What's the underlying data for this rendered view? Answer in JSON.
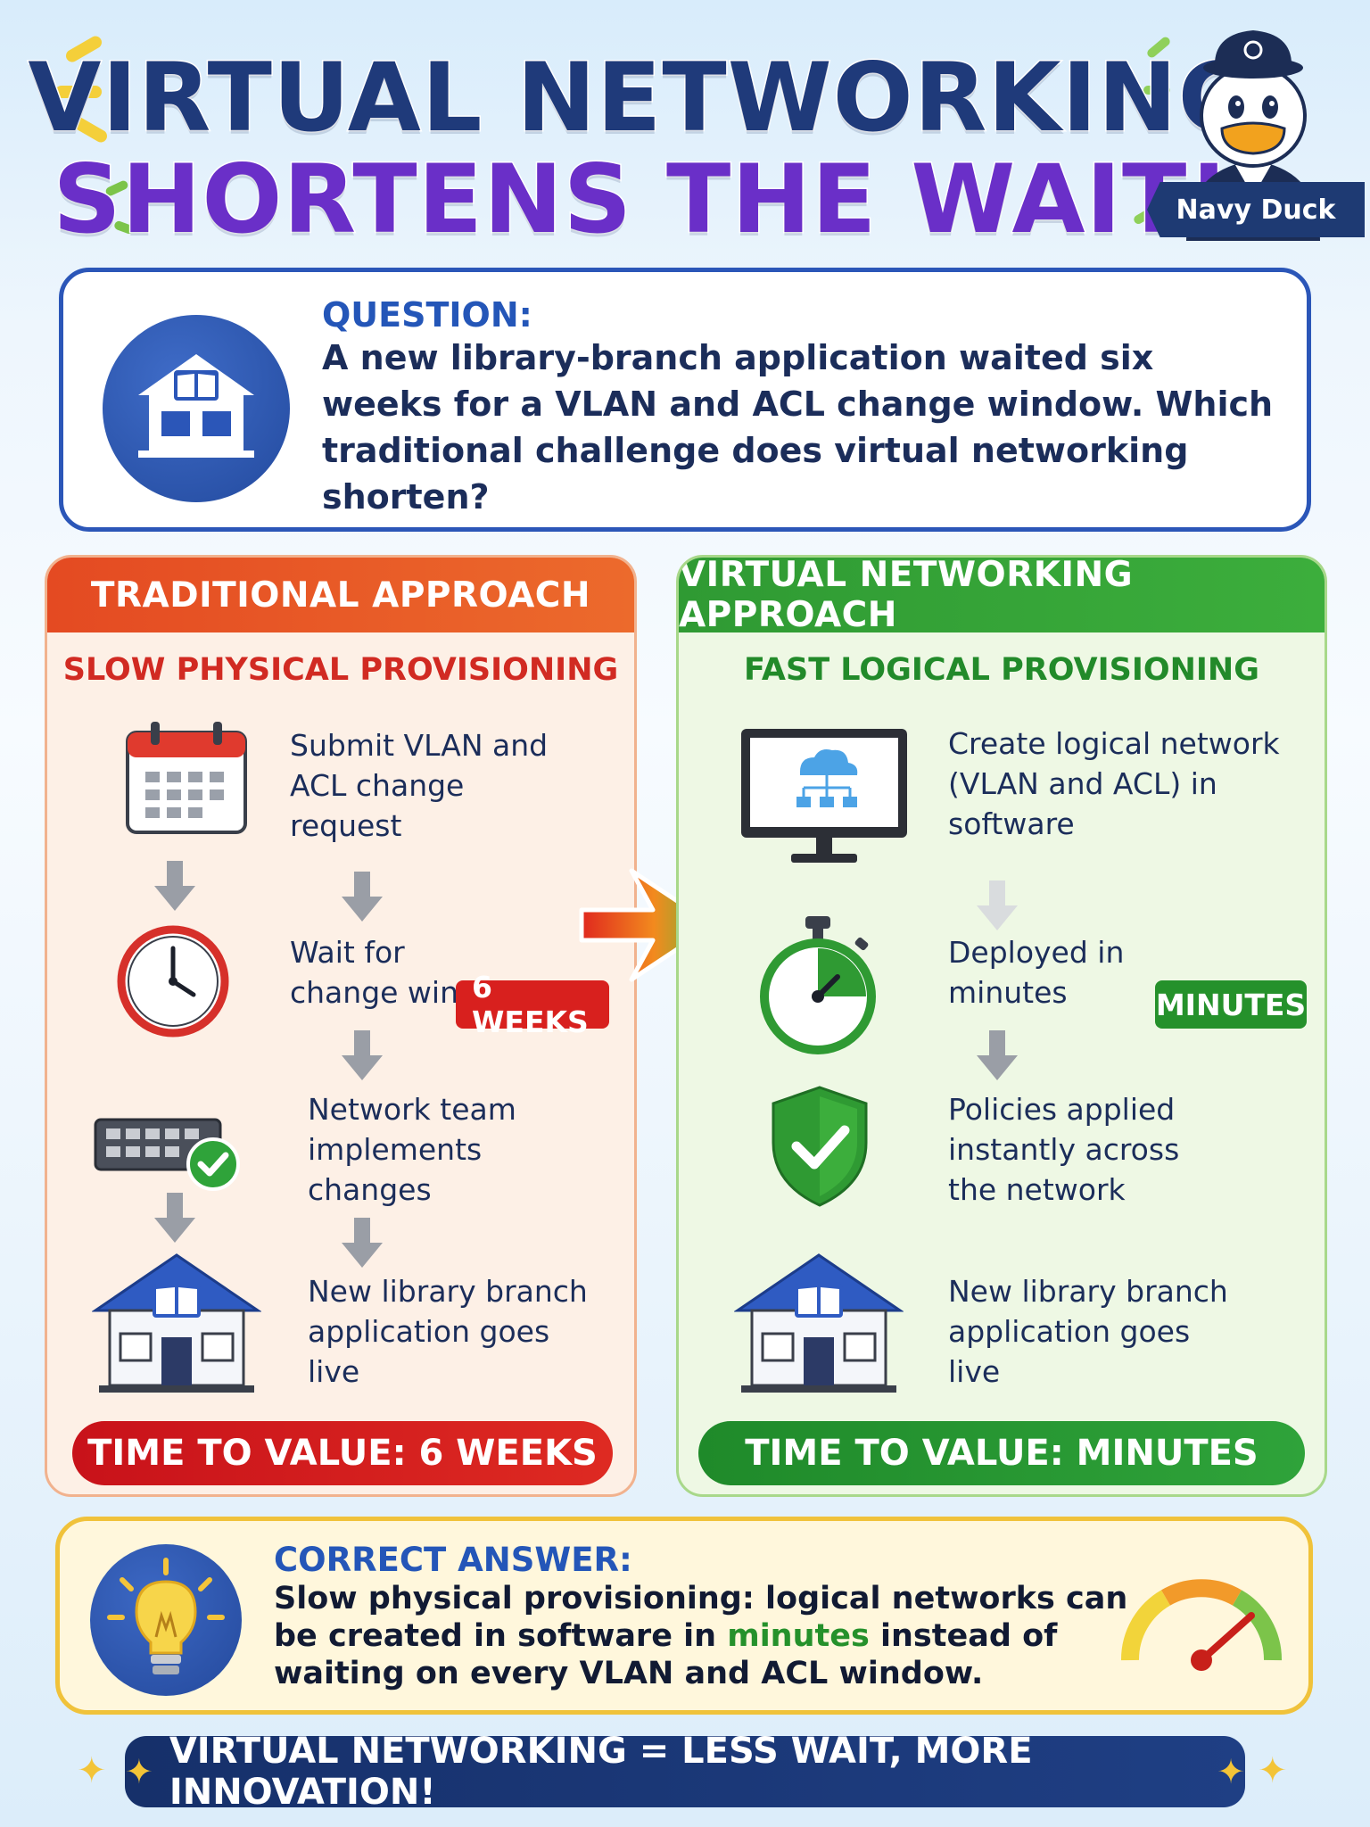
{
  "title": {
    "line1": "VIRTUAL NETWORKING",
    "line2": "SHORTENS THE WAIT!"
  },
  "mascot": {
    "name": "Navy Duck"
  },
  "question": {
    "label": "QUESTION:",
    "text": "A new library-branch application waited six weeks for a VLAN and ACL change window. Which traditional challenge does virtual networking shorten?"
  },
  "traditional": {
    "header": "TRADITIONAL APPROACH",
    "subheader": "SLOW PHYSICAL PROVISIONING",
    "steps": [
      "Submit VLAN and ACL change request",
      "Wait for change window",
      "Network team implements changes",
      "New library branch application goes live"
    ],
    "badge": "6 WEEKS",
    "time_to_value": "TIME TO VALUE: 6 WEEKS"
  },
  "virtual": {
    "header": "VIRTUAL NETWORKING APPROACH",
    "subheader": "FAST LOGICAL PROVISIONING",
    "steps": [
      "Create logical network (VLAN and ACL) in software",
      "Deployed in minutes",
      "Policies applied instantly across the network",
      "New library branch application goes live"
    ],
    "badge": "MINUTES",
    "time_to_value": "TIME TO VALUE: MINUTES"
  },
  "answer": {
    "label": "CORRECT ANSWER:",
    "text_before": "Slow physical provisioning: logical networks can be created in software in ",
    "highlight": "minutes",
    "text_after": " instead of waiting on every VLAN and ACL window."
  },
  "footer": {
    "text": "VIRTUAL NETWORKING = LESS WAIT, MORE INNOVATION!",
    "spark": "✦"
  },
  "colors": {
    "navy": "#1f3a7a",
    "purple": "#6a2fc8",
    "red": "#d8201e",
    "green": "#25912b",
    "gold": "#f0c23a"
  }
}
